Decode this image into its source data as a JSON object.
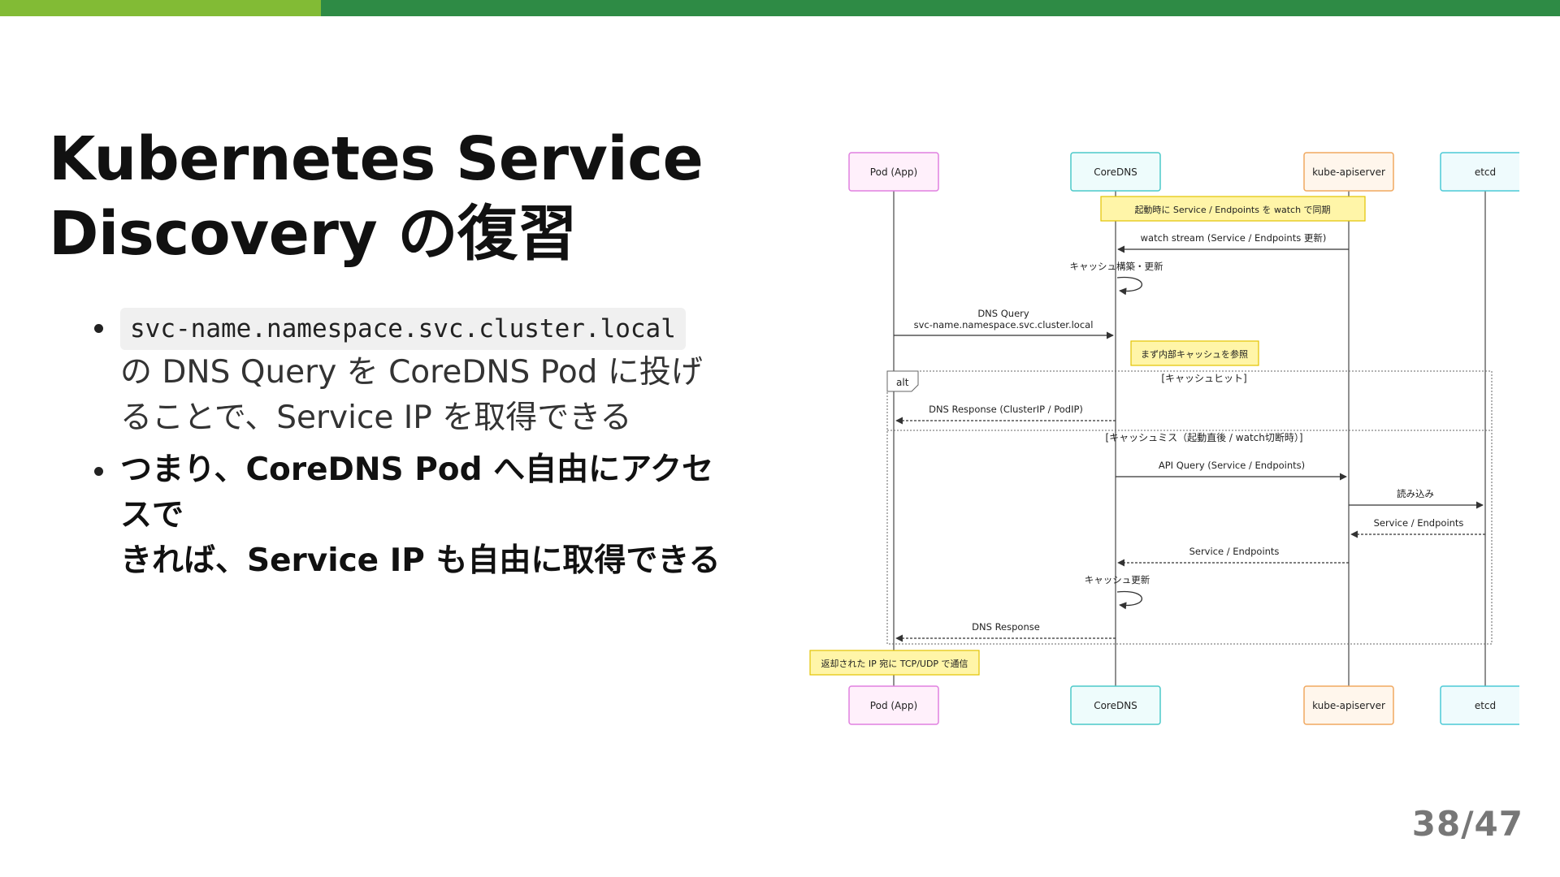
{
  "slide": {
    "title_line1": "Kubernetes Service",
    "title_line2": "Discovery の復習",
    "bullet1_code": "svc-name.namespace.svc.cluster.local",
    "bullet1_line2": "の DNS Query を CoreDNS Pod に投げ",
    "bullet1_line3": "ることで、Service IP を取得できる",
    "bullet2_line1": "つまり、CoreDNS Pod へ自由にアクセスで",
    "bullet2_line2": "きれば、Service IP も自由に取得できる",
    "page_current": "38",
    "page_separator": "/",
    "page_total": "47"
  },
  "colors": {
    "bar_light_green": "#82bb35",
    "bar_dark_green": "#2e8b45",
    "pod_border": "#e080e0",
    "pod_fill": "#fff0fb",
    "coredns_border": "#4cc9c9",
    "coredns_fill": "#eefcfc",
    "apiserver_border": "#f0a860",
    "apiserver_fill": "#fff6ec",
    "etcd_border": "#4cc9d6",
    "etcd_fill": "#effbfd",
    "note_border": "#e3c300",
    "note_fill": "#fff5a8"
  },
  "diagram": {
    "participants": [
      "Pod (App)",
      "CoreDNS",
      "kube-apiserver",
      "etcd"
    ],
    "note_sync": "起動時に Service / Endpoints を watch で同期",
    "msg_watch": "watch stream (Service / Endpoints 更新)",
    "self_cache_build": "キャッシュ構築・更新",
    "msg_query_1": "DNS Query",
    "msg_query_2": "svc-name.namespace.svc.cluster.local",
    "note_check_cache": "まず内部キャッシュを参照",
    "alt_label": "alt",
    "guard_hit": "[キャッシュヒット]",
    "msg_response_ip": "DNS Response (ClusterIP / PodIP)",
    "guard_miss": "[キャッシュミス（起動直後 / watch切断時）]",
    "msg_api_query": "API Query (Service / Endpoints)",
    "msg_read": "読み込み",
    "msg_etcd_return": "Service / Endpoints",
    "msg_api_return": "Service / Endpoints",
    "self_cache_update": "キャッシュ更新",
    "msg_dns_response": "DNS Response",
    "note_comm": "返却された IP 宛に TCP/UDP で通信"
  }
}
